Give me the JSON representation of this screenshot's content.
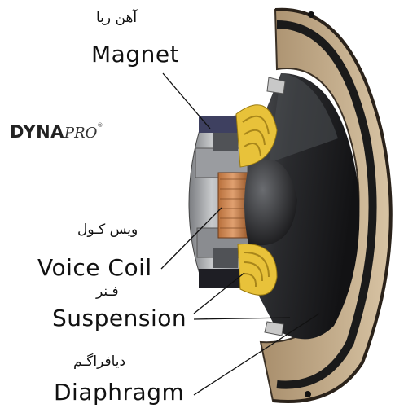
{
  "logo": {
    "main": "DYNA",
    "sub": "PRO",
    "mark": "®"
  },
  "labels": {
    "magnet": {
      "fa": "آهن ربا",
      "en": "Magnet"
    },
    "voice_coil": {
      "fa": "ویس کـول",
      "en": "Voice Coil"
    },
    "suspension": {
      "fa": "فـنر",
      "en": "Suspension"
    },
    "diaphragm": {
      "fa": "دیافراگـم",
      "en": "Diaphragm"
    }
  }
}
